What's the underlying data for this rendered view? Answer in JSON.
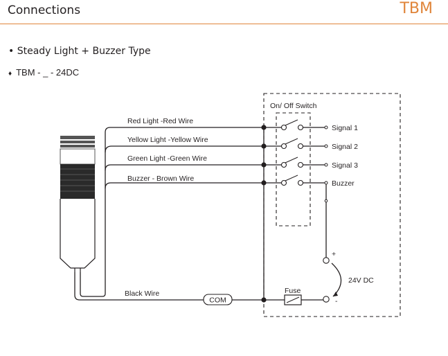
{
  "header": {
    "title": "Connections",
    "brand": "TBM"
  },
  "bullet": "• Steady Light + Buzzer Type",
  "model": {
    "marker": "♦",
    "text": "TBM - _ - 24DC"
  },
  "diagram": {
    "switch_label": "On/ Off Switch",
    "wires": [
      {
        "label": "Red Light -Red Wire",
        "signal": "Signal 1"
      },
      {
        "label": "Yellow Light -Yellow Wire",
        "signal": "Signal 2"
      },
      {
        "label": "Green Light -Green Wire",
        "signal": "Signal 3"
      },
      {
        "label": "Buzzer - Brown Wire",
        "signal": "Buzzer"
      }
    ],
    "black_wire_label": "Black Wire",
    "com_label": "COM",
    "fuse_label": "Fuse",
    "supply_label": "24V DC",
    "plus_label": "+",
    "minus_label": "-"
  }
}
